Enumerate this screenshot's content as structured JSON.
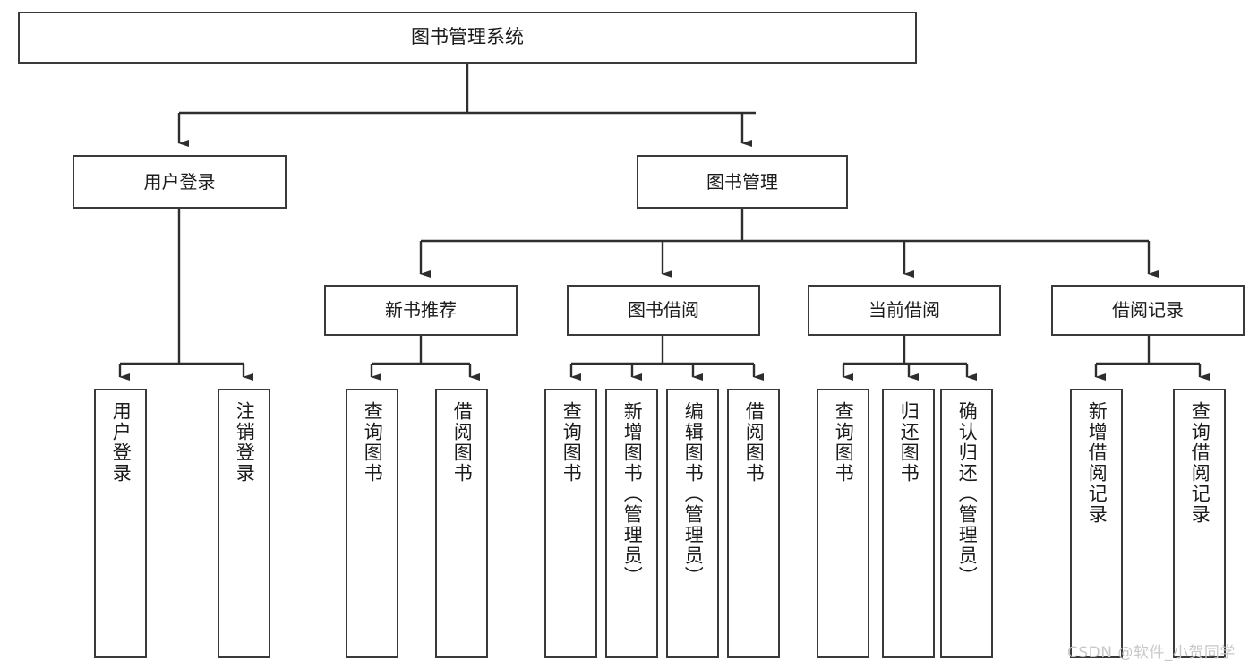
{
  "diagram": {
    "type": "tree",
    "title": "图书管理系统",
    "root": {
      "label": "图书管理系统"
    },
    "level2": [
      {
        "label": "用户登录"
      },
      {
        "label": "图书管理"
      }
    ],
    "level3": [
      {
        "label": "新书推荐"
      },
      {
        "label": "图书借阅"
      },
      {
        "label": "当前借阅"
      },
      {
        "label": "借阅记录"
      }
    ],
    "leaves": {
      "user_login": [
        {
          "label": "用户登录"
        },
        {
          "label": "注销登录"
        }
      ],
      "new_book_recommend": [
        {
          "label": "查询图书"
        },
        {
          "label": "借阅图书"
        }
      ],
      "book_borrow": [
        {
          "label": "查询图书"
        },
        {
          "label": "新增图书（管理员）"
        },
        {
          "label": "编辑图书（管理员）"
        },
        {
          "label": "借阅图书"
        }
      ],
      "current_borrow": [
        {
          "label": "查询图书"
        },
        {
          "label": "归还图书"
        },
        {
          "label": "确认归还（管理员）"
        }
      ],
      "borrow_record": [
        {
          "label": "新增借阅记录"
        },
        {
          "label": "查询借阅记录"
        }
      ]
    }
  },
  "watermark": {
    "text": "CSDN @软件_小贺同学"
  },
  "colors": {
    "border": "#3a3a3a",
    "text": "#1b1b1b",
    "background": "#ffffff",
    "watermark": "#c8c8c8"
  }
}
